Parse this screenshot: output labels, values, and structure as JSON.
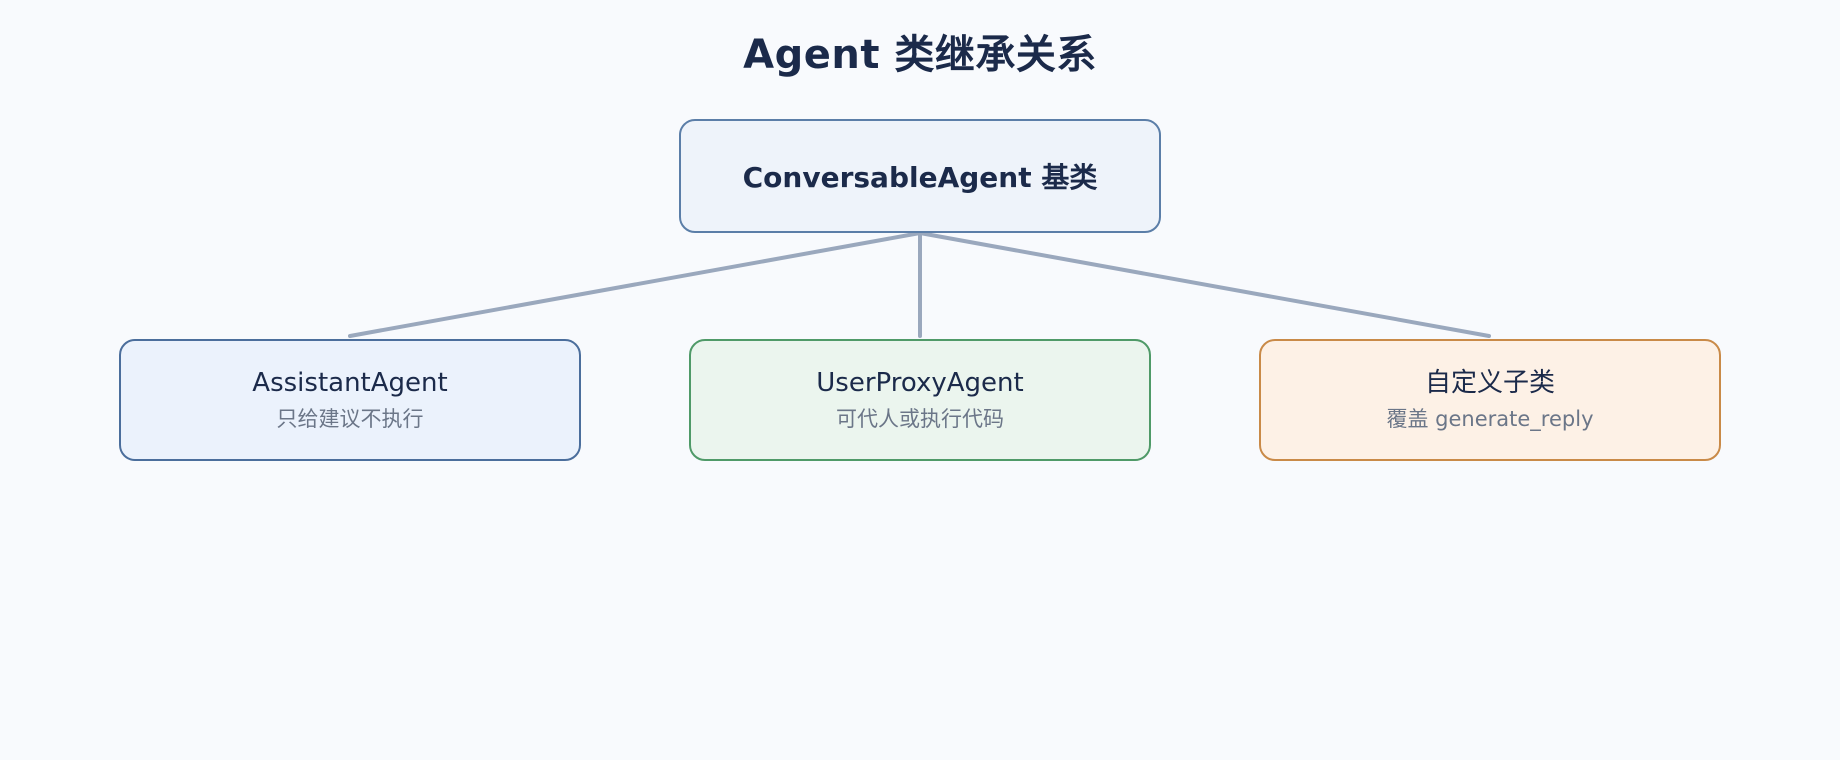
{
  "title": "Agent 类继承关系",
  "base": {
    "label": "ConversableAgent 基类"
  },
  "children": [
    {
      "label": "AssistantAgent",
      "sub": "只给建议不执行"
    },
    {
      "label": "UserProxyAgent",
      "sub": "可代人或执行代码"
    },
    {
      "label": "自定义子类",
      "sub": "覆盖 generate_reply"
    }
  ],
  "colors": {
    "background": "#f8fafd",
    "connector": "#9aa8bd",
    "assistant_fill": "#ebf2fc",
    "assistant_border": "#4b6e9c",
    "userproxy_fill": "#ebf5ee",
    "userproxy_border": "#4f9a68",
    "custom_fill": "#fdf1e6",
    "custom_border": "#c98a48"
  }
}
